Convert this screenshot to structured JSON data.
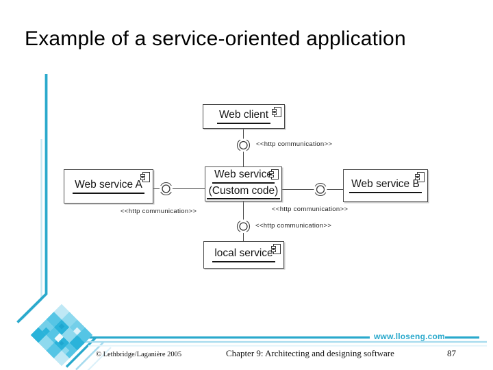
{
  "slide": {
    "title": "Example of a service-oriented application",
    "footer": {
      "copyright": "© Lethbridge/Laganière 2005",
      "chapter": "Chapter 9: Architecting and designing software",
      "page_number": "87",
      "website": "www.lloseng.com"
    },
    "colors": {
      "accent_teal": "#2aa9cc",
      "accent_light_blue": "#a7dbee",
      "text": "#000000"
    }
  },
  "diagram": {
    "type": "uml-component-diagram",
    "components": [
      {
        "id": "web-client",
        "label": "Web client"
      },
      {
        "id": "web-service-a",
        "label": "Web service A"
      },
      {
        "id": "web-service-custom",
        "label": "Web service",
        "sublabel": "(Custom code)"
      },
      {
        "id": "web-service-b",
        "label": "Web service B"
      },
      {
        "id": "local-service",
        "label": "local service"
      }
    ],
    "connectors": [
      {
        "from": "web-client",
        "to": "web-service-custom",
        "label": "<<http communication>>"
      },
      {
        "from": "web-service-a",
        "to": "web-service-custom",
        "label": "<<http communication>>"
      },
      {
        "from": "web-service-custom",
        "to": "web-service-b",
        "label": "<<http communication>>"
      },
      {
        "from": "web-service-custom",
        "to": "local-service",
        "label": "<<http communication>>"
      }
    ],
    "icons": {
      "component": "uml-component-icon",
      "interface": "ball-and-socket-connector-icon"
    }
  }
}
